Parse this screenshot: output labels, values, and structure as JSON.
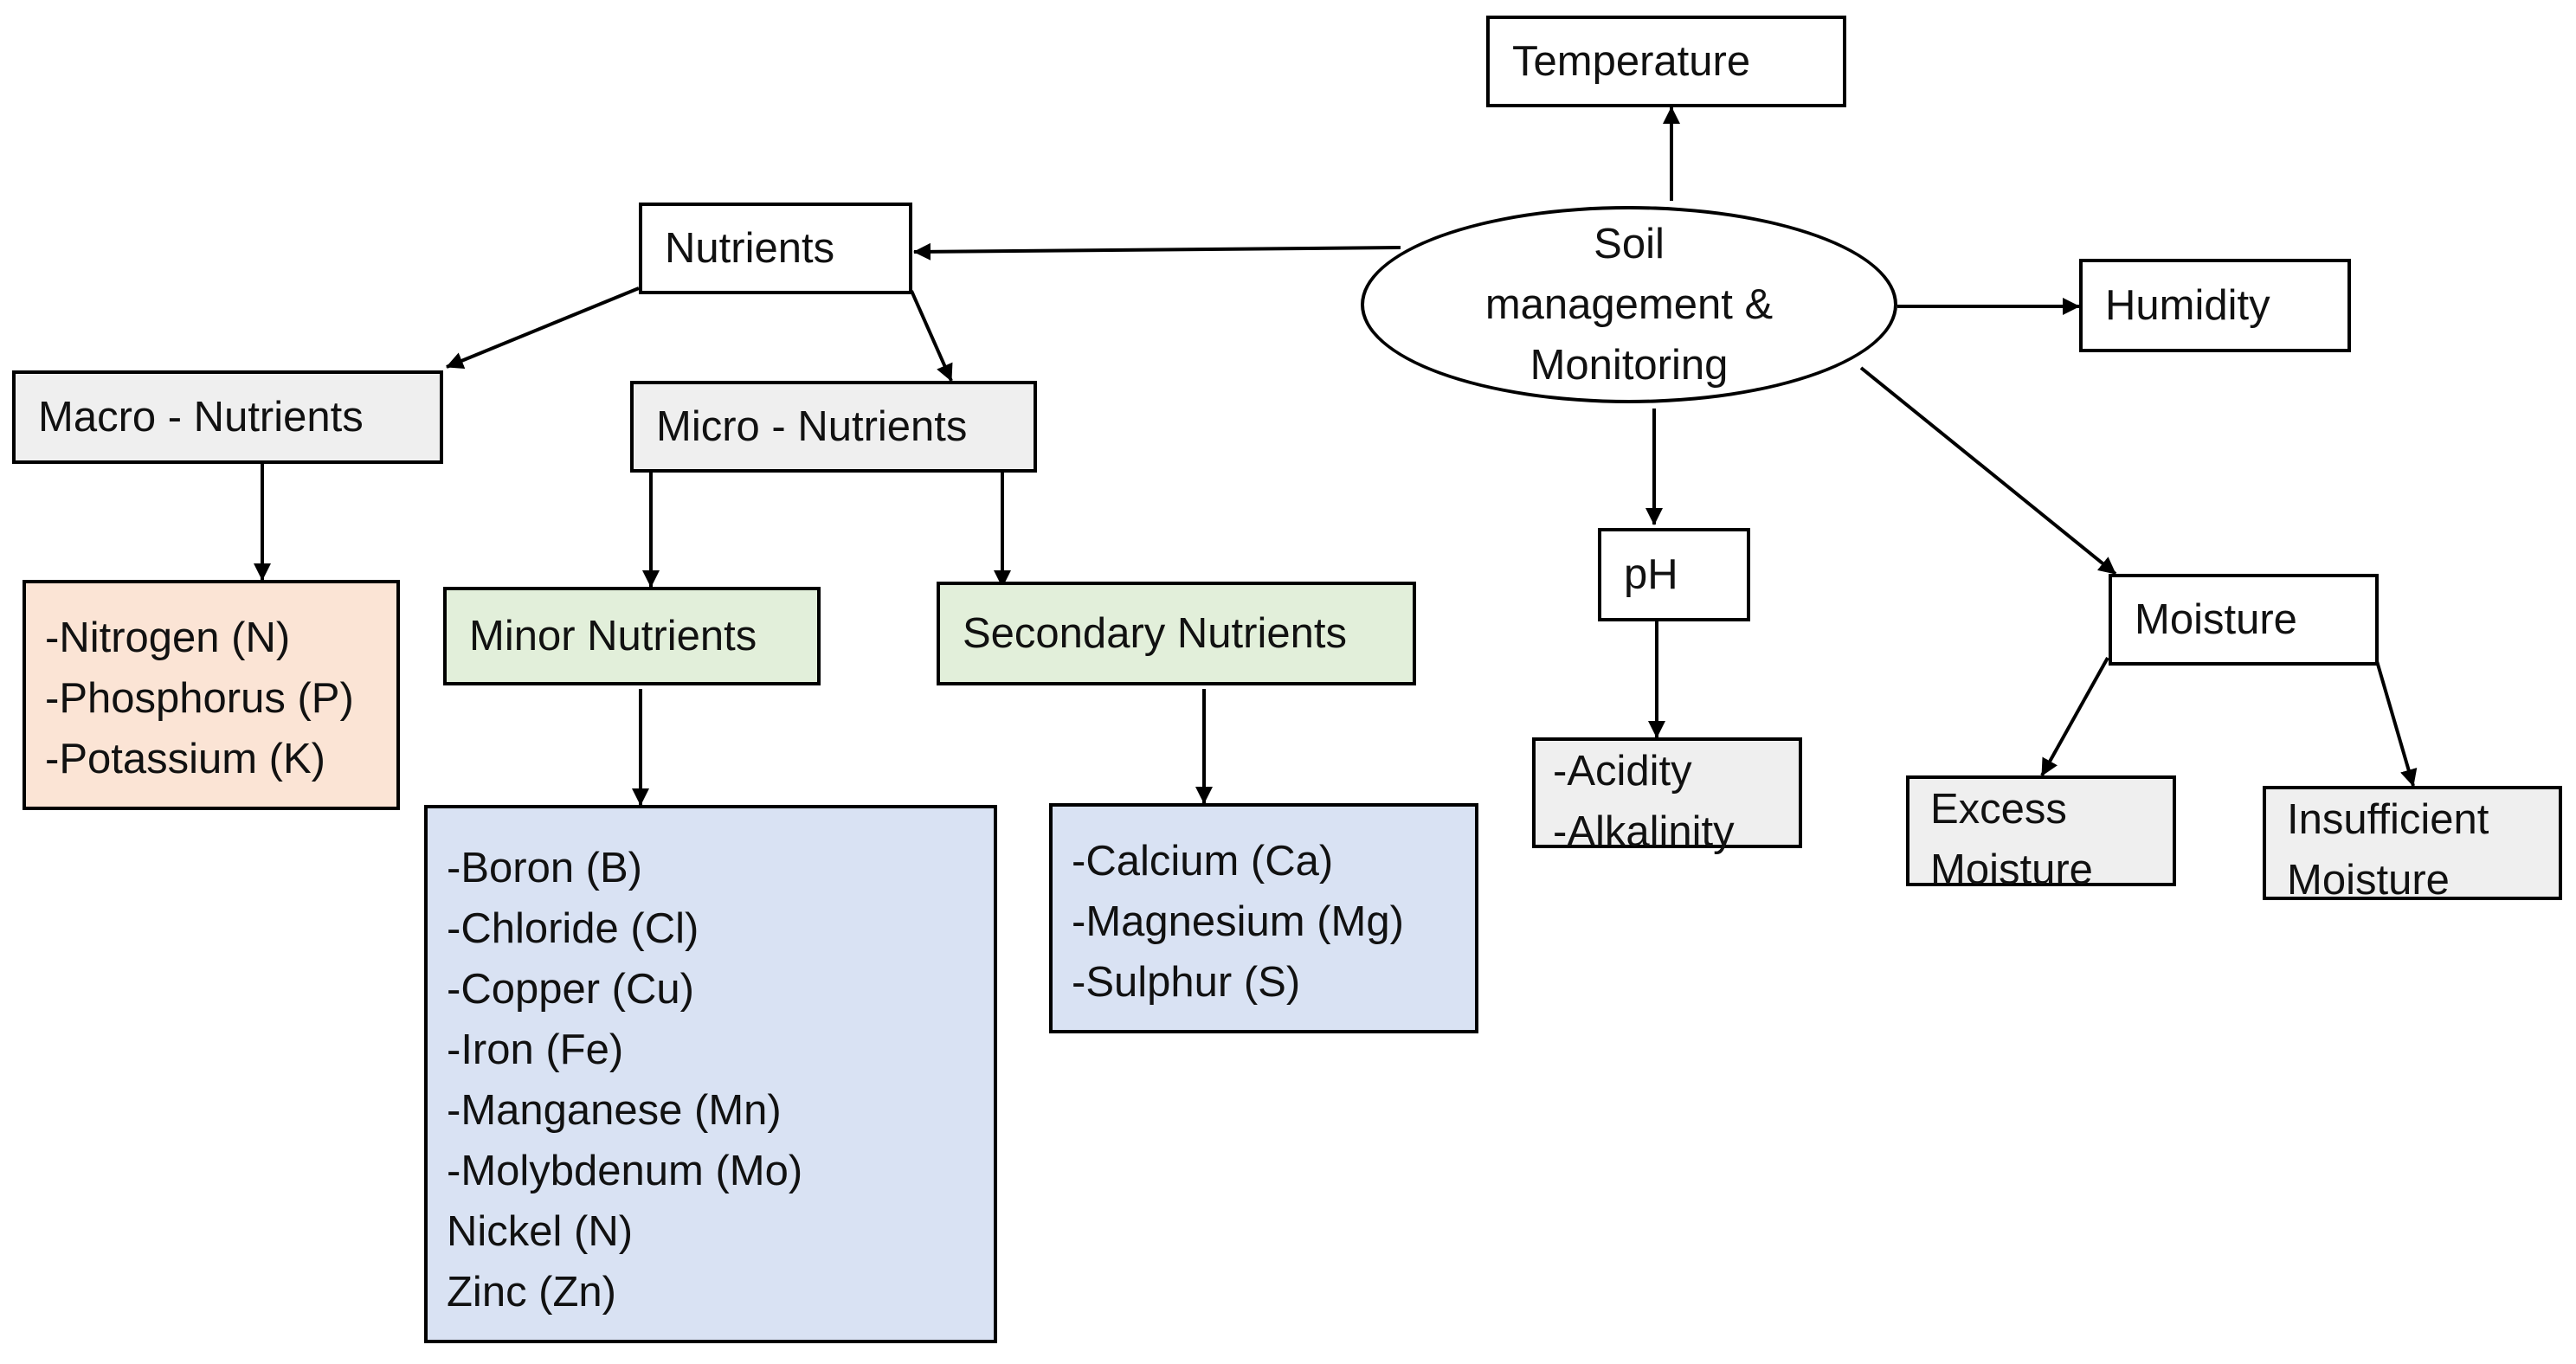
{
  "colors": {
    "grey_fill": "#efefef",
    "peach_fill": "#fbe4d5",
    "green_fill": "#e2efda",
    "blue_fill": "#d9e2f3",
    "border": "#000000"
  },
  "center": {
    "lines": [
      "Soil",
      "management &",
      "Monitoring"
    ]
  },
  "temperature": {
    "label": "Temperature"
  },
  "humidity": {
    "label": "Humidity"
  },
  "ph": {
    "label": "pH",
    "items": [
      "-Acidity",
      "-Alkalinity"
    ]
  },
  "moisture": {
    "label": "Moisture",
    "excess": [
      "Excess",
      "Moisture"
    ],
    "insufficient": [
      "Insufficient",
      "Moisture"
    ]
  },
  "nutrients": {
    "label": "Nutrients",
    "macro": {
      "label": "Macro - Nutrients",
      "items": [
        "-Nitrogen (N)",
        "-Phosphorus (P)",
        "-Potassium (K)"
      ]
    },
    "micro": {
      "label": "Micro - Nutrients",
      "minor": {
        "label": "Minor Nutrients",
        "items": [
          "-Boron (B)",
          "-Chloride (Cl)",
          "-Copper (Cu)",
          "-Iron (Fe)",
          "-Manganese (Mn)",
          "-Molybdenum (Mo)",
          "Nickel (N)",
          "Zinc (Zn)"
        ]
      },
      "secondary": {
        "label": "Secondary Nutrients",
        "items": [
          "-Calcium (Ca)",
          "-Magnesium (Mg)",
          "-Sulphur (S)"
        ]
      }
    }
  }
}
